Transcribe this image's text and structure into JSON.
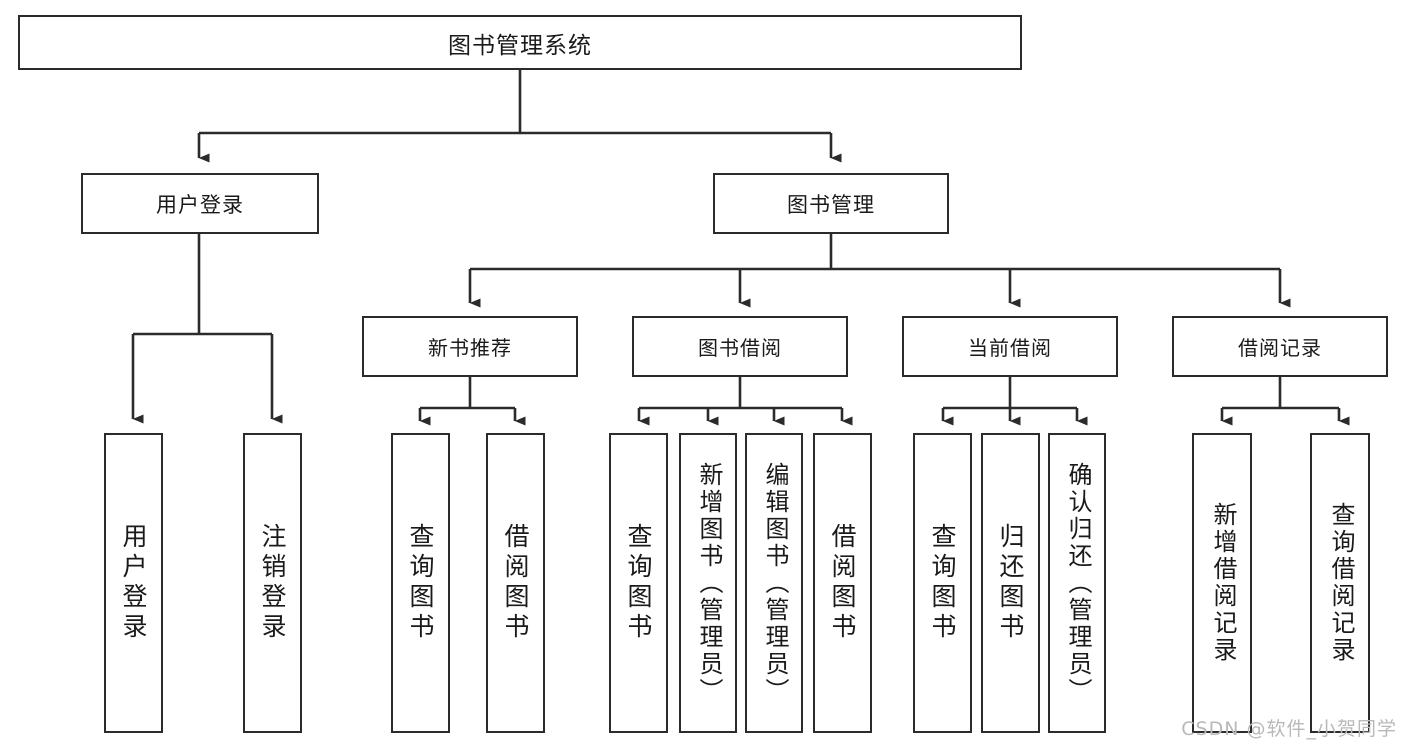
{
  "diagram": {
    "title": "图书管理系统",
    "type": "tree",
    "root": {
      "label": "图书管理系统"
    },
    "level1": [
      {
        "id": "user-login",
        "label": "用户登录"
      },
      {
        "id": "book-manage",
        "label": "图书管理"
      }
    ],
    "level2": [
      {
        "id": "new-book-recommend",
        "label": "新书推荐",
        "parent": "book-manage"
      },
      {
        "id": "book-borrow",
        "label": "图书借阅",
        "parent": "book-manage"
      },
      {
        "id": "current-borrow",
        "label": "当前借阅",
        "parent": "book-manage"
      },
      {
        "id": "borrow-record",
        "label": "借阅记录",
        "parent": "book-manage"
      }
    ],
    "leaves": [
      {
        "id": "leaf-user-login",
        "label": "用户登录",
        "parent": "user-login"
      },
      {
        "id": "leaf-user-logout",
        "label": "注销登录",
        "parent": "user-login"
      },
      {
        "id": "leaf-query-book-1",
        "label": "查询图书",
        "parent": "new-book-recommend"
      },
      {
        "id": "leaf-borrow-book-1",
        "label": "借阅图书",
        "parent": "new-book-recommend"
      },
      {
        "id": "leaf-query-book-2",
        "label": "查询图书",
        "parent": "book-borrow"
      },
      {
        "id": "leaf-add-book",
        "label": "新增图书（管理员）",
        "parent": "book-borrow"
      },
      {
        "id": "leaf-edit-book",
        "label": "编辑图书（管理员）",
        "parent": "book-borrow"
      },
      {
        "id": "leaf-borrow-book-2",
        "label": "借阅图书",
        "parent": "book-borrow"
      },
      {
        "id": "leaf-query-book-3",
        "label": "查询图书",
        "parent": "current-borrow"
      },
      {
        "id": "leaf-return-book",
        "label": "归还图书",
        "parent": "current-borrow"
      },
      {
        "id": "leaf-confirm-return",
        "label": "确认归还（管理员）",
        "parent": "current-borrow"
      },
      {
        "id": "leaf-add-record",
        "label": "新增借阅记录",
        "parent": "borrow-record"
      },
      {
        "id": "leaf-query-record",
        "label": "查询借阅记录",
        "parent": "borrow-record"
      }
    ]
  },
  "watermark": {
    "text": "CSDN @软件_小贺同学"
  },
  "colors": {
    "stroke": "#2b2b2b",
    "background": "#ffffff",
    "text": "#1a1a1a",
    "watermark": "#b9b9b9"
  }
}
